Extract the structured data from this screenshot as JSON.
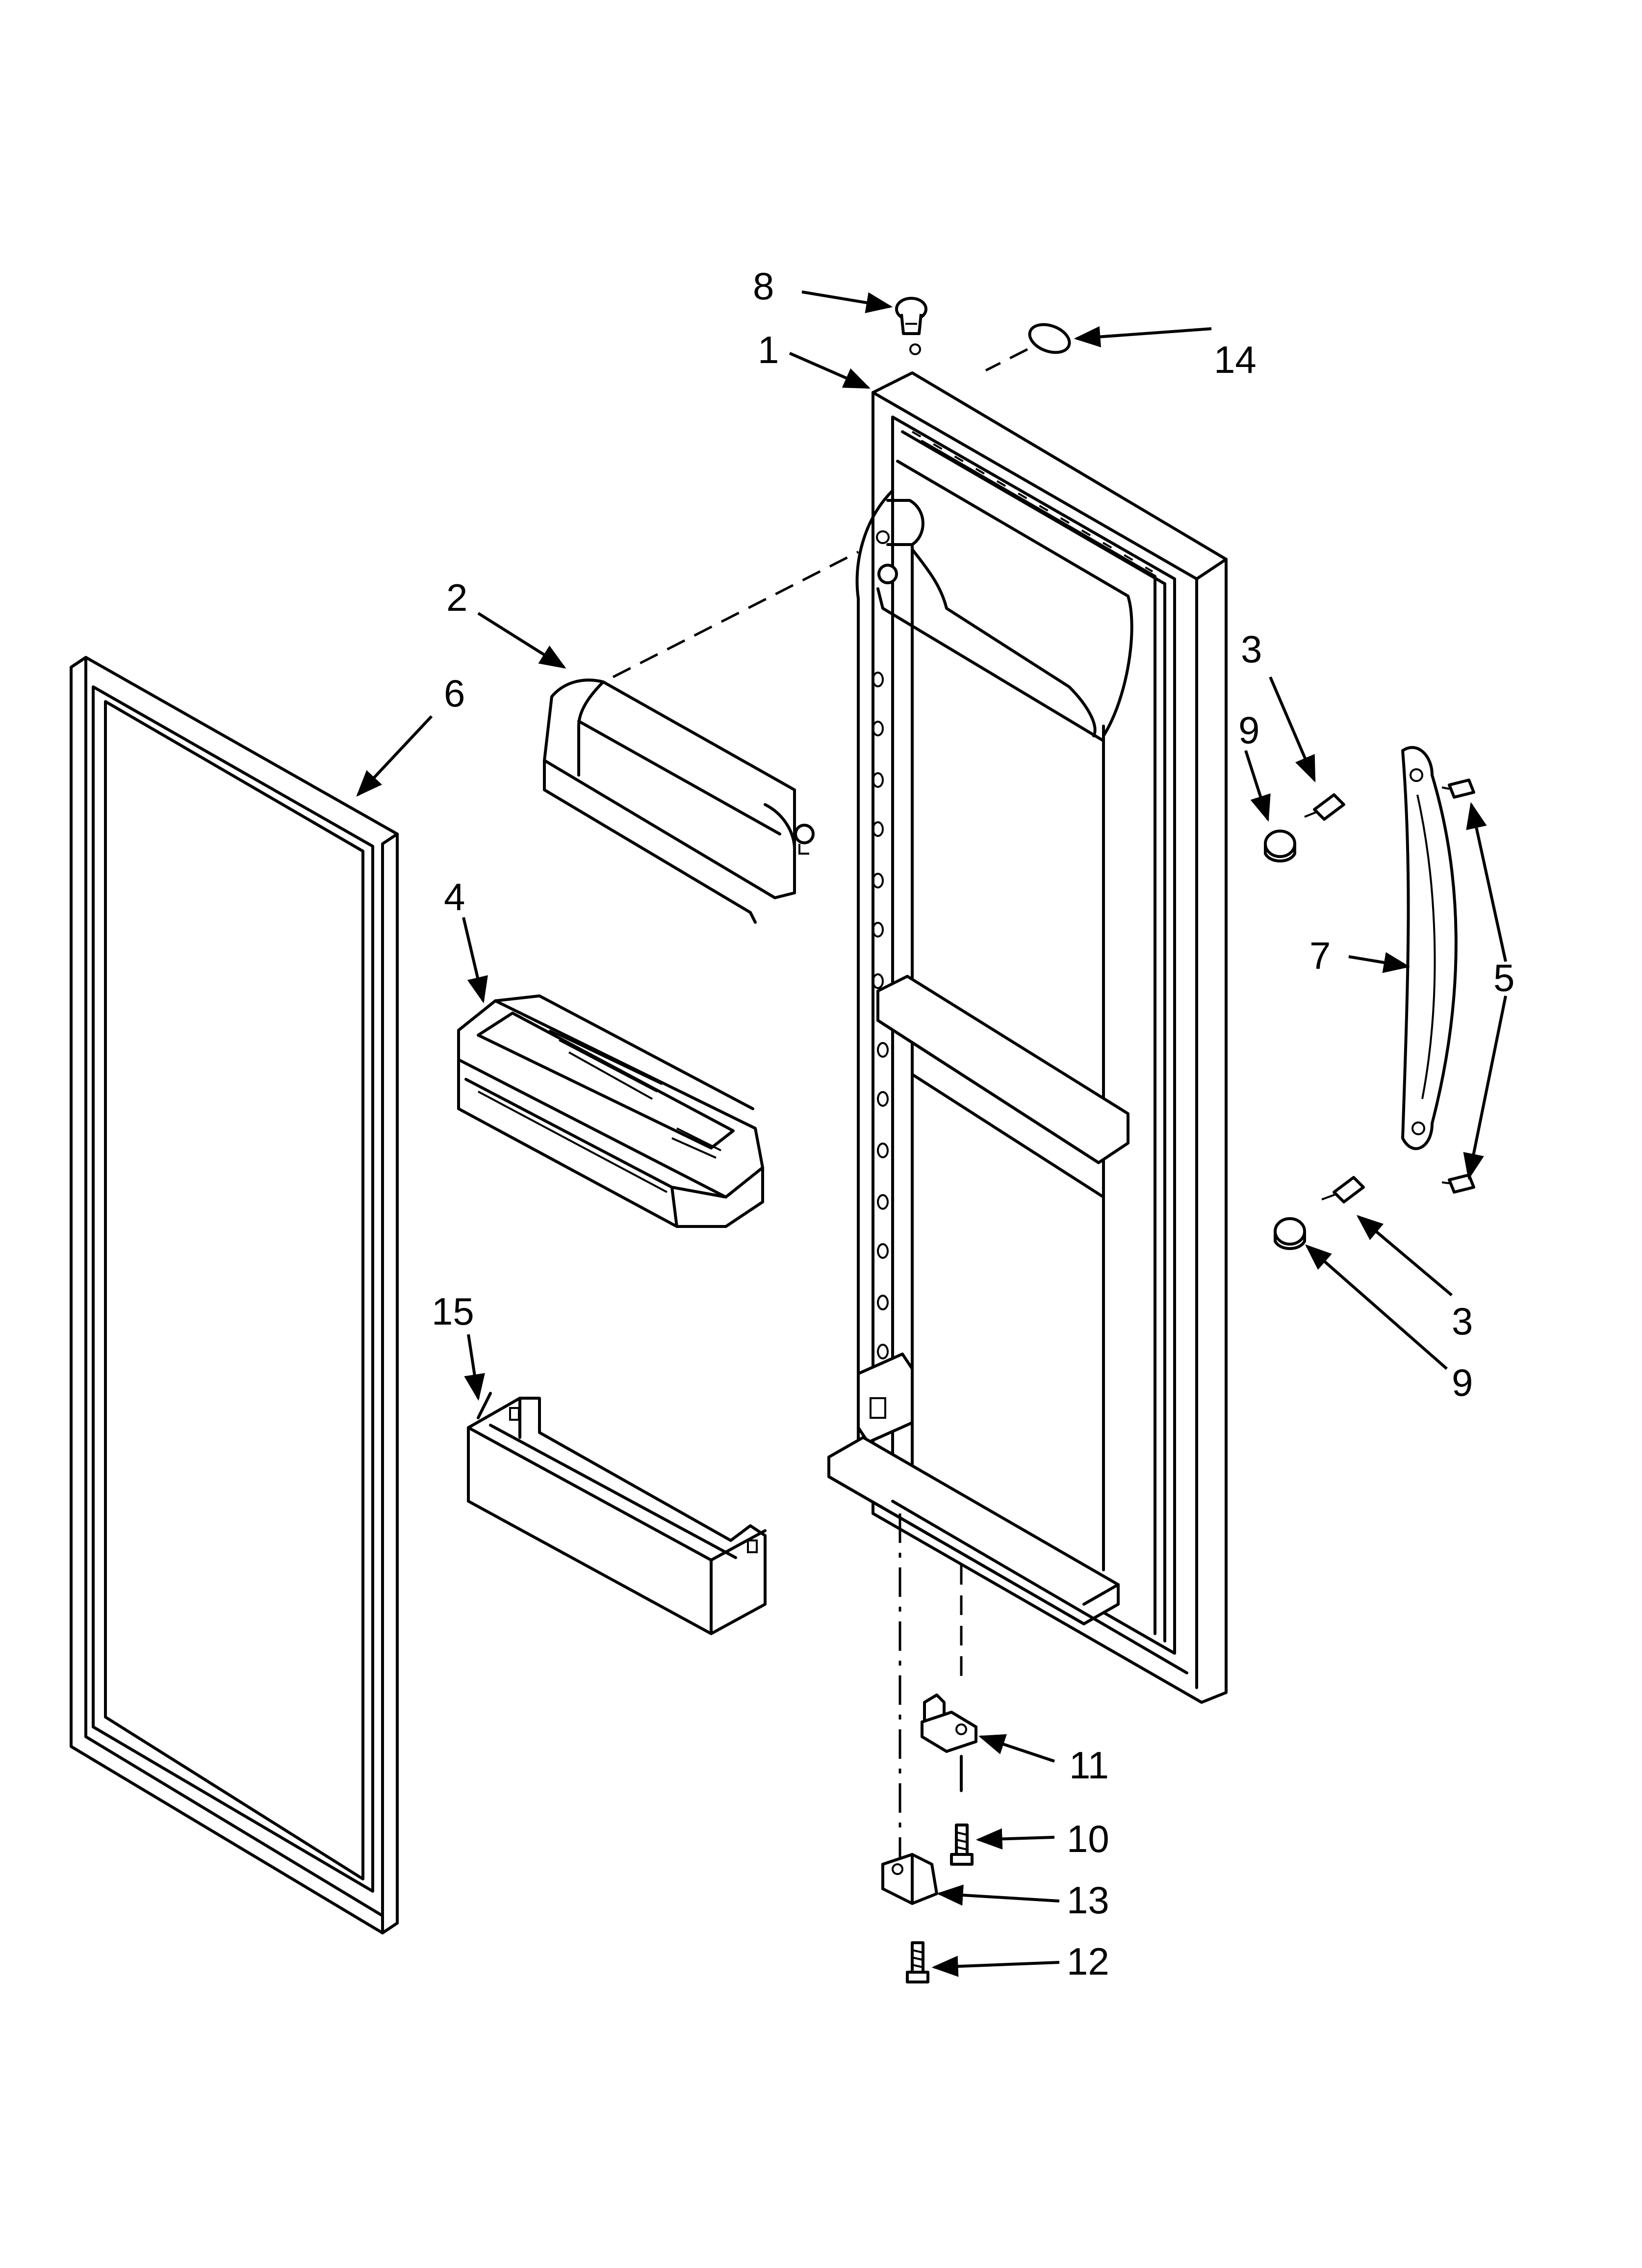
{
  "diagram": {
    "callouts": [
      {
        "id": "c8",
        "text": "8"
      },
      {
        "id": "c1",
        "text": "1"
      },
      {
        "id": "c14",
        "text": "14"
      },
      {
        "id": "c2",
        "text": "2"
      },
      {
        "id": "c6",
        "text": "6"
      },
      {
        "id": "c3a",
        "text": "3"
      },
      {
        "id": "c9a",
        "text": "9"
      },
      {
        "id": "c4",
        "text": "4"
      },
      {
        "id": "c7",
        "text": "7"
      },
      {
        "id": "c5",
        "text": "5"
      },
      {
        "id": "c3b",
        "text": "3"
      },
      {
        "id": "c9b",
        "text": "9"
      },
      {
        "id": "c15",
        "text": "15"
      },
      {
        "id": "c11",
        "text": "11"
      },
      {
        "id": "c10",
        "text": "10"
      },
      {
        "id": "c13",
        "text": "13"
      },
      {
        "id": "c12",
        "text": "12"
      }
    ]
  }
}
